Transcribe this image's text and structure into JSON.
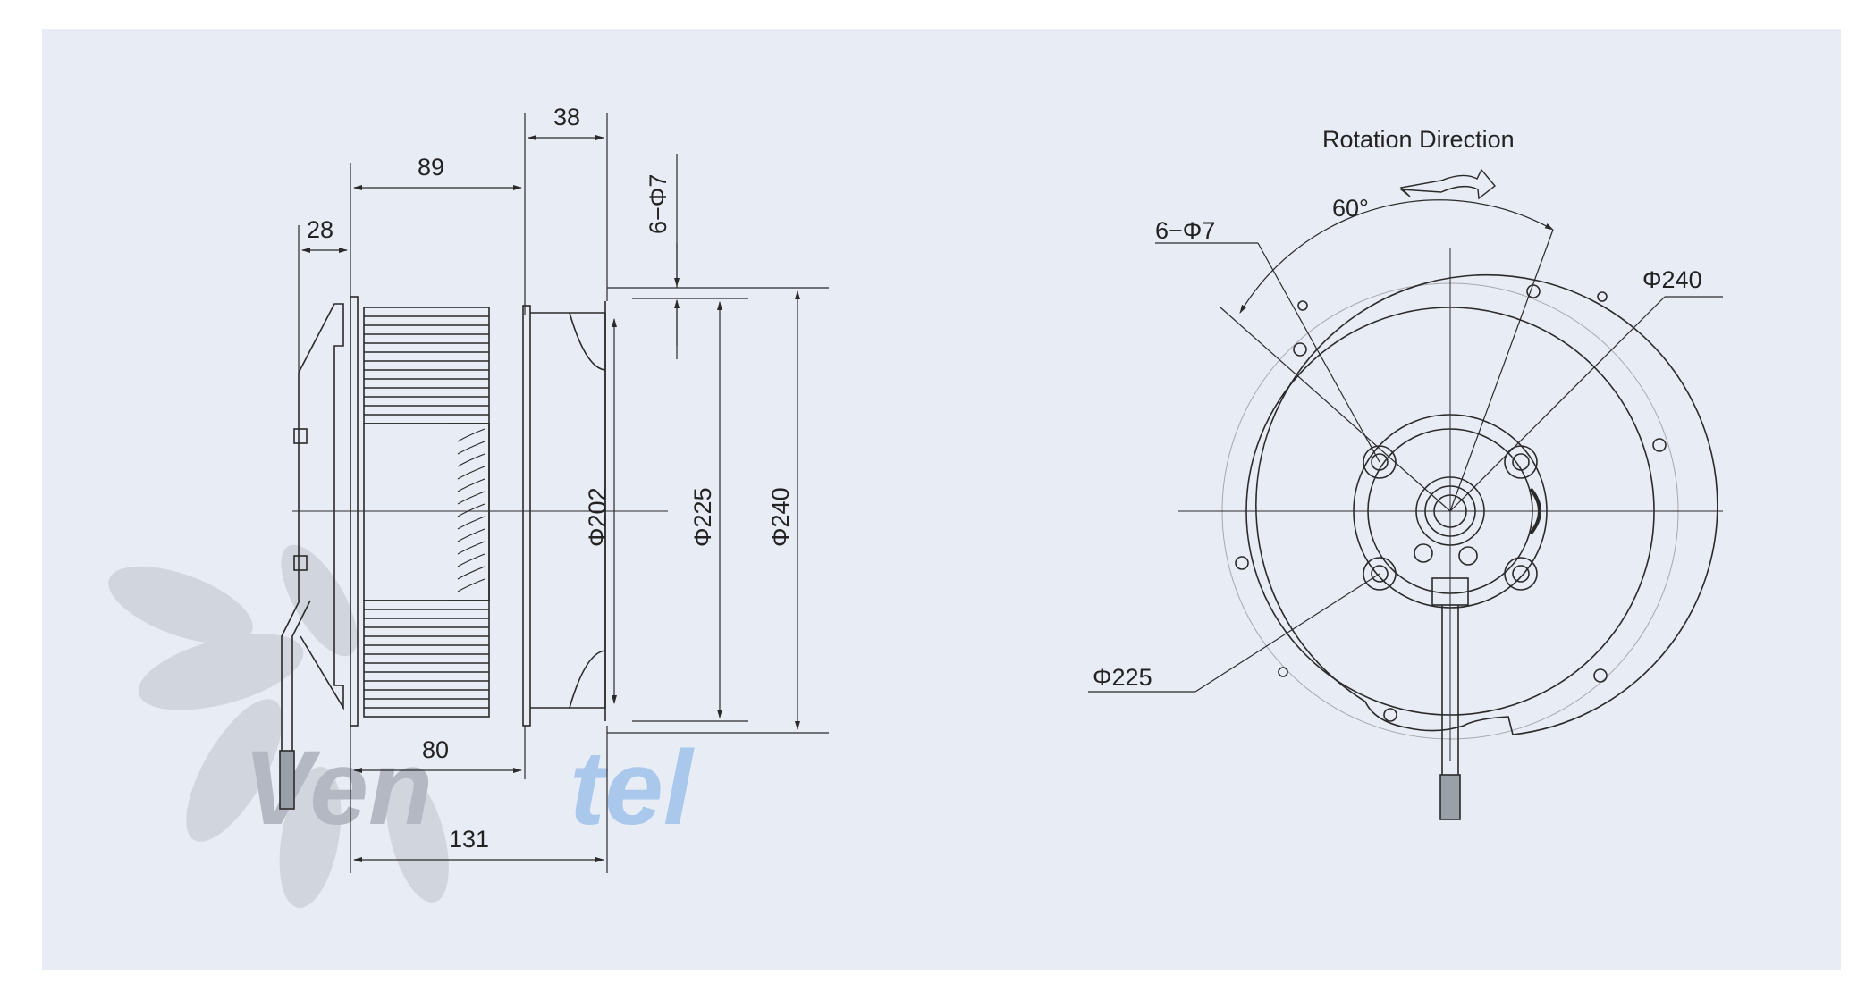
{
  "side_view": {
    "dim_top": "38",
    "dim_upper": "89",
    "dim_left": "28",
    "dim_lower": "80",
    "dim_bottom": "131",
    "dim_holes": "6−Φ7",
    "dia_inner": "Φ202",
    "dia_mid": "Φ225",
    "dia_outer": "Φ240"
  },
  "front_view": {
    "rotation_label": "Rotation  Direction",
    "holes": "6−Φ7",
    "angle": "60°",
    "dia_outer": "Φ240",
    "dia_mid": "Φ225"
  },
  "watermark": {
    "text_gray": "Ven",
    "text_blue": "tel"
  },
  "colors": {
    "background": "#e8ecf5",
    "line": "#2a2a2a",
    "watermark_gray": "#b4b8c2",
    "watermark_blue": "#a9c8ec"
  }
}
